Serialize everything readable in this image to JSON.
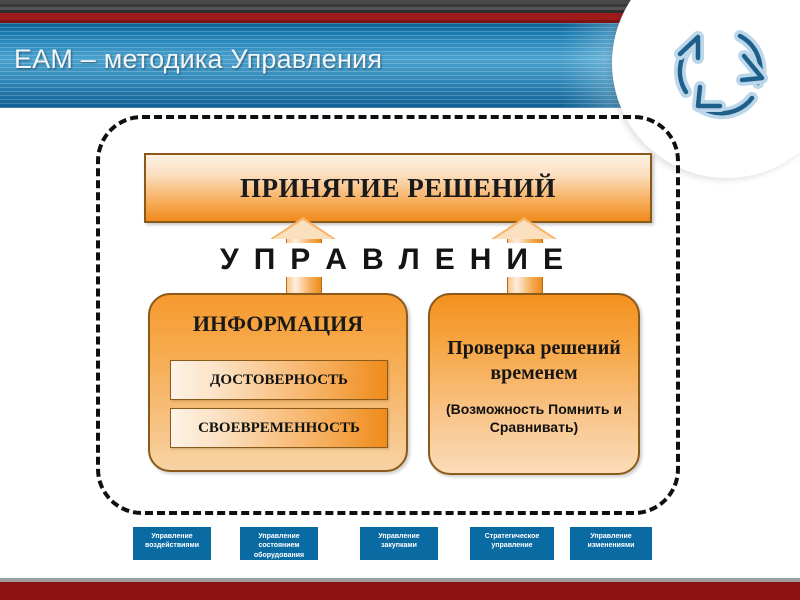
{
  "slide": {
    "title": "EAM – методика Управления",
    "colors": {
      "banner_blue": "#1a7bb0",
      "accent_orange": "#f08a1c",
      "border_brown": "#8a5a1b",
      "ribbon_blue": "#0a6ba3",
      "stripe_red": "#9e1b1b",
      "bottom_red": "#8e1212"
    }
  },
  "logo": {
    "name": "cycle-arrows-logo",
    "color": "#1f5f8b"
  },
  "diagram": {
    "decision": {
      "label": "ПРИНЯТИЕ РЕШЕНИЙ"
    },
    "management_word": {
      "letters": [
        "У",
        "П",
        "Р",
        "А",
        "В",
        "Л",
        "Е",
        "Н",
        "И",
        "Е"
      ]
    },
    "info_panel": {
      "title": "ИНФОРМАЦИЯ",
      "items": [
        {
          "label": "ДОСТОВЕРНОСТЬ"
        },
        {
          "label": "СВОЕВРЕМЕННОСТЬ"
        }
      ]
    },
    "verify_panel": {
      "title": "Проверка решений временем",
      "subtitle": "(Возможность Помнить и Сравнивать)"
    },
    "arrows": [
      {
        "name": "arrow-up-left"
      },
      {
        "name": "arrow-up-right"
      }
    ]
  },
  "ribbons": [
    {
      "line1": "Управление",
      "line2": "воздействиями",
      "line3": ""
    },
    {
      "line1": "Управление",
      "line2": "состоянием",
      "line3": "оборудования"
    },
    {
      "line1": "Управление",
      "line2": "закупками",
      "line3": ""
    },
    {
      "line1": "Стратегическое",
      "line2": "управление",
      "line3": ""
    },
    {
      "line1": "Управление",
      "line2": "изменениями",
      "line3": ""
    }
  ]
}
